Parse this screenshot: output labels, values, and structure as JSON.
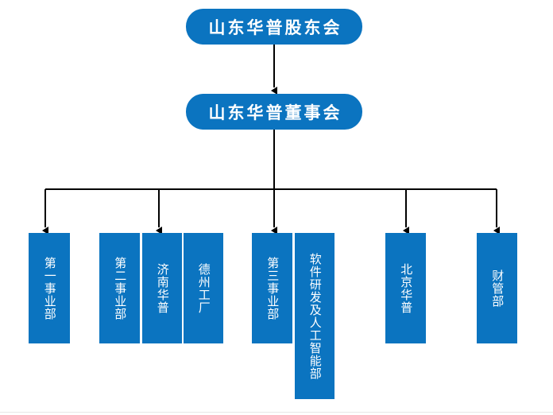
{
  "chart": {
    "type": "org-chart",
    "title": "",
    "accent_color": "#0b74c0",
    "line_color": "#000000",
    "background_color": "#ffffff",
    "text_color": "#ffffff"
  },
  "top_nodes": [
    {
      "id": "shareholders",
      "label": "山东华普股东会",
      "shape": "rounded"
    },
    {
      "id": "board",
      "label": "山东华普董事会",
      "shape": "rounded"
    }
  ],
  "branches": [
    {
      "id": "branch-1",
      "nodes": [
        {
          "id": "div-1",
          "label": "第一事业部",
          "orientation": "vertical"
        }
      ]
    },
    {
      "id": "branch-2",
      "nodes": [
        {
          "id": "div-2",
          "label": "第二事业部",
          "orientation": "vertical"
        },
        {
          "id": "jinan-huapu",
          "label": "济南华普",
          "orientation": "vertical"
        },
        {
          "id": "dezhou-factory",
          "label": "德州工厂",
          "orientation": "vertical"
        }
      ]
    },
    {
      "id": "branch-3",
      "nodes": [
        {
          "id": "div-3",
          "label": "第三事业部",
          "orientation": "vertical"
        },
        {
          "id": "software-ai",
          "label": "软件研发及人工智能部",
          "orientation": "vertical"
        }
      ]
    },
    {
      "id": "branch-4",
      "nodes": [
        {
          "id": "beijing-huapu",
          "label": "北京华普",
          "orientation": "vertical"
        }
      ]
    },
    {
      "id": "branch-5",
      "nodes": [
        {
          "id": "finance-dept",
          "label": "财管部",
          "orientation": "vertical"
        }
      ]
    }
  ]
}
